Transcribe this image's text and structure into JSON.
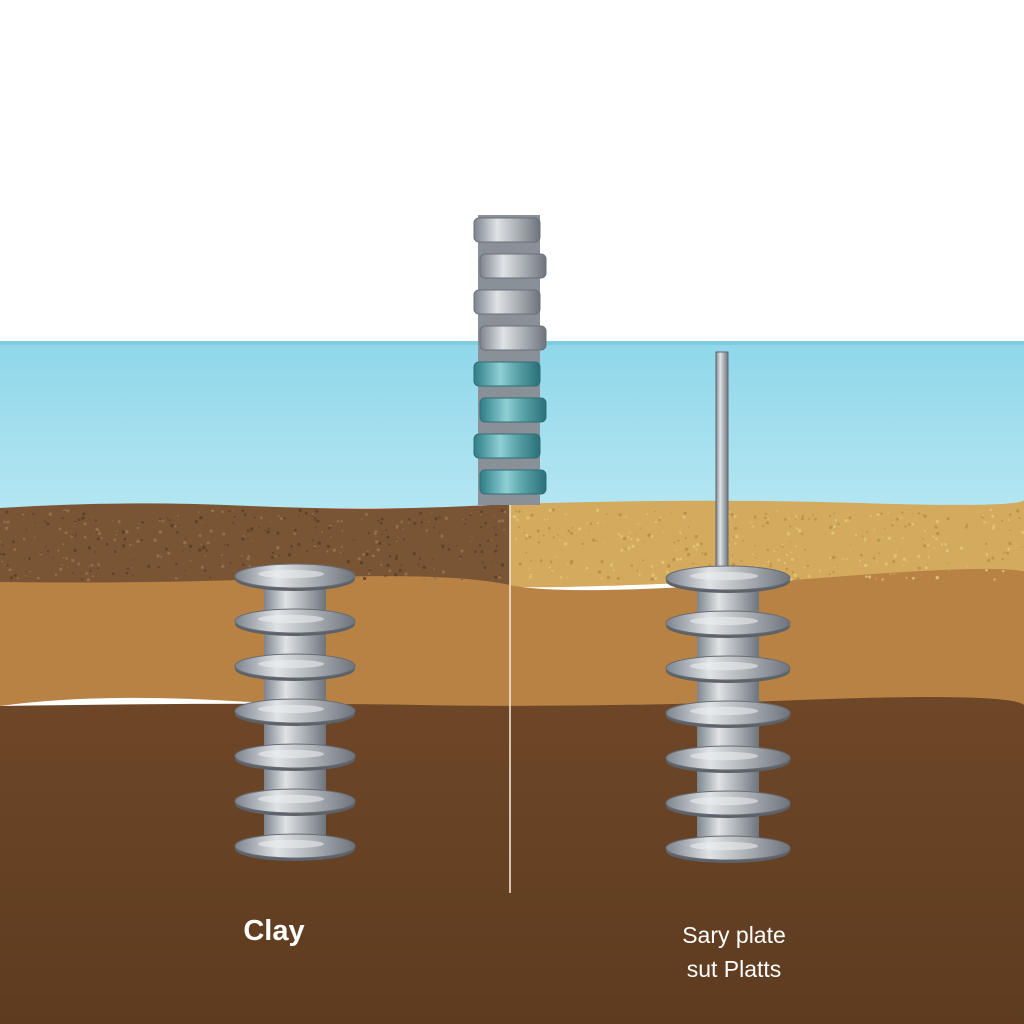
{
  "diagram": {
    "left_label": "Clay",
    "right_label_lines": [
      "Sary plate",
      "sut Platts"
    ]
  },
  "colors": {
    "sky": "#ffffff",
    "water": "#a7e0ef",
    "topsoil_left": "#7a5535",
    "topsoil_right": "#d3aa5e",
    "middle_soil": "#b98245",
    "deep_soil": "#6b4424",
    "steel": "#a9aeb4",
    "steel_in_water": "#5aa3a8"
  }
}
